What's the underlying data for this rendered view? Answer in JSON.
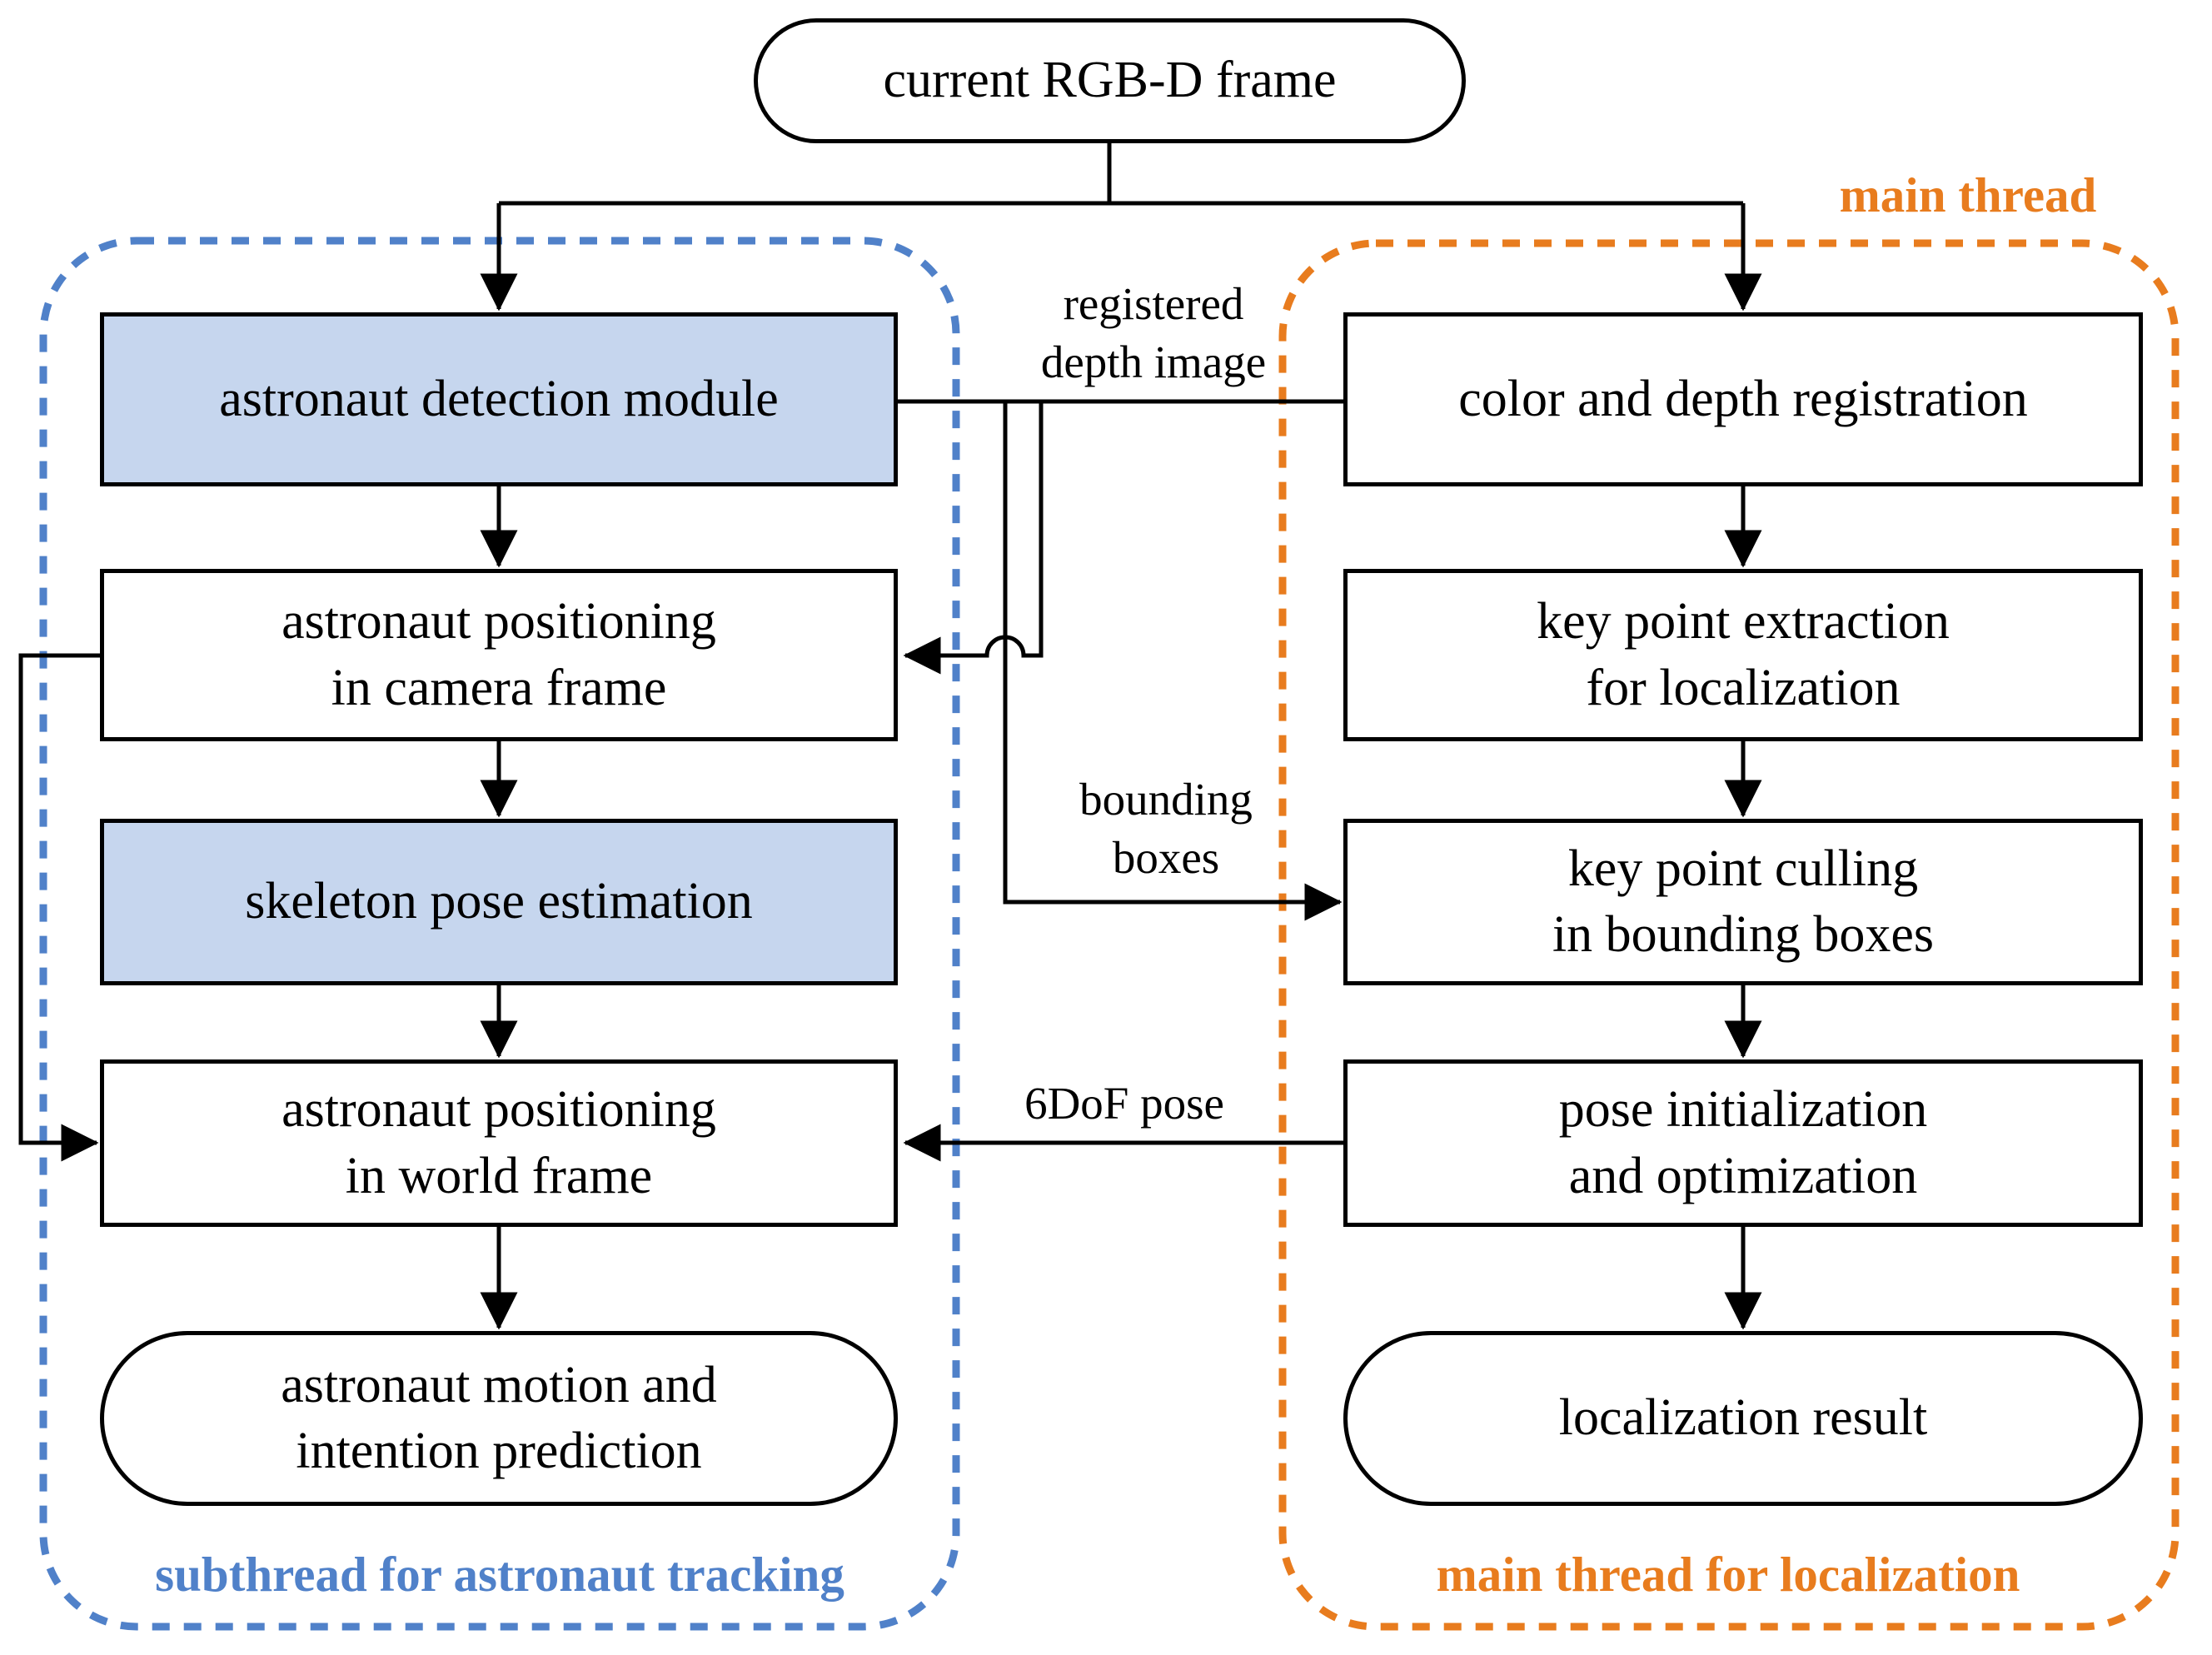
{
  "colors": {
    "background": "#ffffff",
    "text": "#000000",
    "node-border": "#000000",
    "connector": "#000000",
    "node-fill-default": "#ffffff",
    "node-fill-highlight": "#C6D6EE",
    "subthread-accent": "#5081C9",
    "main-thread-accent": "#E87C1E"
  },
  "nodes": {
    "rgbd_frame": {
      "label": "current RGB-D frame"
    },
    "detection": {
      "label": "astronaut detection module"
    },
    "camera_positioning": {
      "label": "astronaut positioning\nin camera frame"
    },
    "skeleton": {
      "label": "skeleton pose estimation"
    },
    "world_positioning": {
      "label": "astronaut positioning\nin world frame"
    },
    "motion_prediction": {
      "label": "astronaut motion and\nintention prediction"
    },
    "registration": {
      "label": "color and depth registration"
    },
    "keypoint_extraction": {
      "label": "key point extraction\nfor localization"
    },
    "keypoint_culling": {
      "label": "key point culling\nin bounding boxes"
    },
    "pose_optimization": {
      "label": "pose initialization\nand optimization"
    },
    "localization_result": {
      "label": "localization result"
    }
  },
  "edge_labels": {
    "registered_depth": "registered\ndepth image",
    "bounding_boxes": "bounding\nboxes",
    "sixdof_pose": "6DoF pose"
  },
  "annotations": {
    "main_thread": "main thread",
    "subthread_group": "subthread for astronaut tracking",
    "main_thread_group": "main thread for localization"
  }
}
